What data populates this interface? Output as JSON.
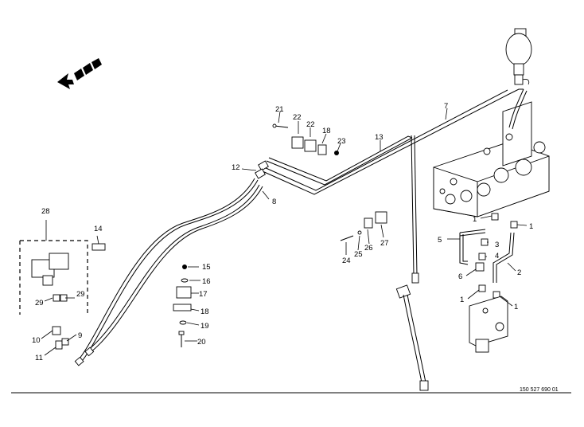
{
  "labels": {
    "p1a": "1",
    "p1b": "1",
    "p1c": "1",
    "p1d": "1",
    "p2": "2",
    "p3": "3",
    "p4": "4",
    "p5": "5",
    "p6": "6",
    "p7": "7",
    "p8": "8",
    "p9": "9",
    "p10": "10",
    "p11": "11",
    "p12": "12",
    "p13": "13",
    "p14": "14",
    "p15": "15",
    "p16": "16",
    "p17": "17",
    "p18a": "18",
    "p18b": "18",
    "p19": "19",
    "p20": "20",
    "p21": "21",
    "p22a": "22",
    "p22b": "22",
    "p23": "23",
    "p24": "24",
    "p25": "25",
    "p26": "26",
    "p27": "27",
    "p28": "28",
    "p29a": "29",
    "p29b": "29"
  },
  "drawing_number": "150 527 690 01"
}
